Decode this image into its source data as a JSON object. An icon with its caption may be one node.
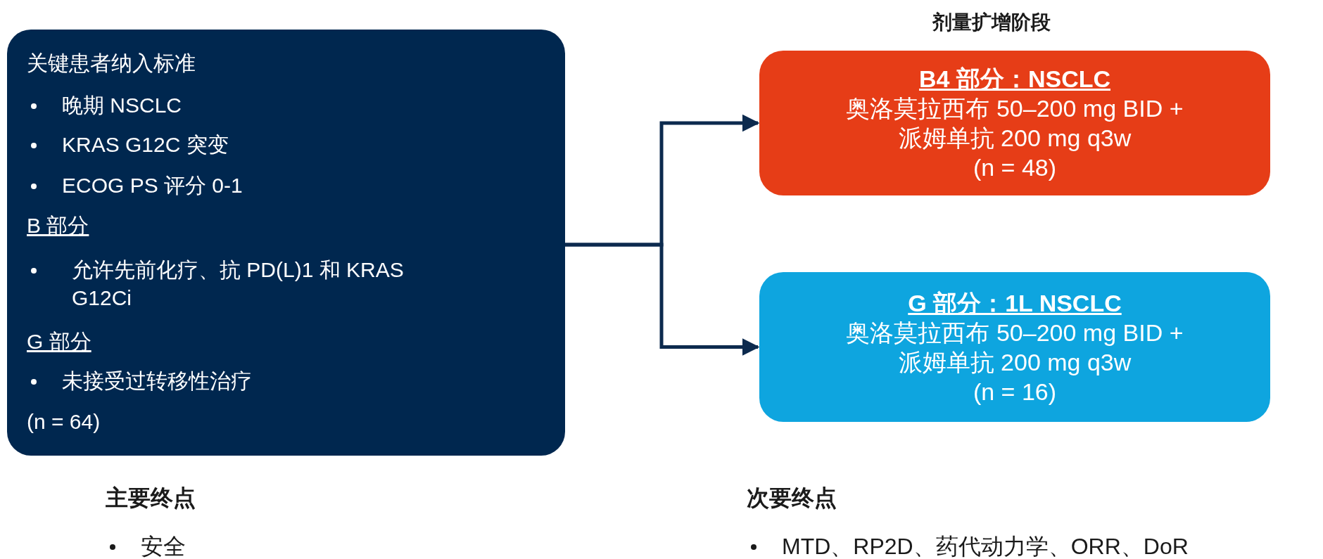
{
  "diagram": {
    "nodes": [
      {
        "text": [
          "关键患者纳入标准",
          "晚期 NSCLC",
          "KRAS G12C 突变",
          "ECOG PS 评分 0-1",
          "B 部分",
          "允许先前化疗、抗 PD(L)1 和 KRAS G12Ci",
          "G 部分",
          "未接受过转移性治疗",
          "(n = 64)"
        ]
      },
      {
        "text": [
          "B4 部分：NSCLC",
          "奥洛莫拉西布 50–200 mg BID + 派姆单抗 200 mg q3w",
          "(n = 48)"
        ]
      },
      {
        "text": [
          "G 部分：1L NSCLC",
          "奥洛莫拉西布 50–200 mg BID + 派姆单抗 200 mg q3w",
          "(n = 16)"
        ]
      }
    ],
    "edges": [
      {
        "from": 0,
        "to": 1,
        "arrow": "to"
      },
      {
        "from": 0,
        "to": 2,
        "arrow": "to"
      }
    ],
    "labels": [
      "剂量扩增阶段",
      "主要终点",
      "安全",
      "次要终点",
      "MTD、RP2D、药代动力学、ORR、DoR"
    ]
  }
}
